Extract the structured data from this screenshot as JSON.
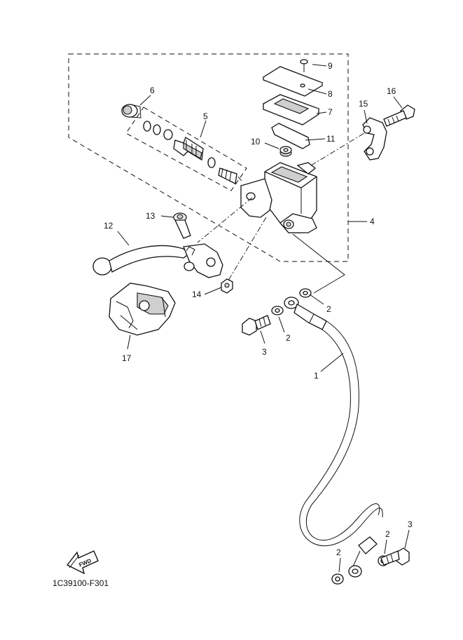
{
  "diagram": {
    "code": "1C39100-F301",
    "fwd_label": "FWD",
    "parts": {
      "p1": "1",
      "p2a": "2",
      "p2b": "2",
      "p2c": "2",
      "p2d": "2",
      "p3a": "3",
      "p3b": "3",
      "p4": "4",
      "p5": "5",
      "p6": "6",
      "p7": "7",
      "p8": "8",
      "p9": "9",
      "p10": "10",
      "p11": "11",
      "p12": "12",
      "p13": "13",
      "p14": "14",
      "p15": "15",
      "p16": "16",
      "p17": "17"
    }
  }
}
